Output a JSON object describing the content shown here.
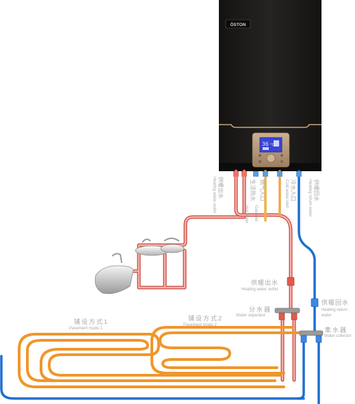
{
  "boiler": {
    "brand": "ÖSTON",
    "display_temp": "36",
    "display_unit": "°C",
    "colors": {
      "body": "#1c1a19",
      "accent": "#c9a57a",
      "panel": "#b39678",
      "screen": "#3b45d6"
    }
  },
  "pipes": {
    "colors": {
      "hot": "#e8756a",
      "hot_outline": "#c9473b",
      "floor": "#f0962a",
      "cold": "#1e6fd0",
      "gas": "#f2b23a"
    }
  },
  "labels": {
    "heating_water_outlet_cn": "供暖出水",
    "heating_water_outlet_en": "Heating water outlet",
    "domestic_hot_water_cn": "生活热水",
    "domestic_hot_water_en": "Hot water",
    "gas_inlet_cn": "燃气入口",
    "gas_inlet_en": "Gas inlet",
    "cold_water_inlet_cn": "冷水入口",
    "cold_water_inlet_en": "Cold water inlet",
    "heating_return_water_cn": "供暖回水",
    "heating_return_water_en": "Heating return water",
    "outlet_valve_cn": "供暖出水",
    "outlet_valve_en": "Heating water outlet",
    "separator_cn": "分水器",
    "separator_en": "Water separator",
    "return_valve_cn": "供暖回水",
    "return_valve_en_1": "Heating return",
    "return_valve_en_2": "water",
    "collector_cn": "集水器",
    "collector_en": "Water collector",
    "mode1_cn": "铺设方式1",
    "mode1_en": "Pavement mode 1",
    "mode2_cn": "铺设方式2",
    "mode2_en": "Pavement mode 2"
  }
}
